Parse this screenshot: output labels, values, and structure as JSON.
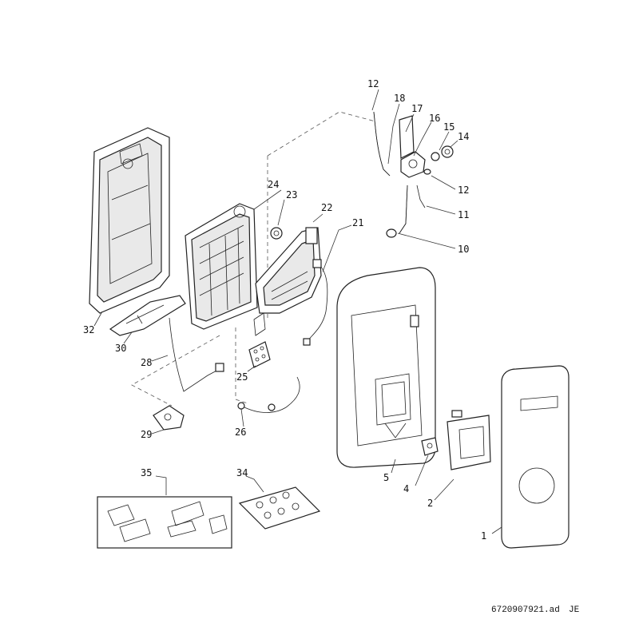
{
  "callouts": {
    "c1": "1",
    "c2": "2",
    "c4": "4",
    "c5": "5",
    "c10": "10",
    "c11": "11",
    "c12a": "12",
    "c12b": "12",
    "c14": "14",
    "c15": "15",
    "c16": "16",
    "c17": "17",
    "c18": "18",
    "c21": "21",
    "c22": "22",
    "c23": "23",
    "c24": "24",
    "c25": "25",
    "c26": "26",
    "c28": "28",
    "c29": "29",
    "c30": "30",
    "c32": "32",
    "c34": "34",
    "c35": "35"
  },
  "footer": {
    "drawing_number": "6720907921.ad",
    "suffix": "JE"
  }
}
